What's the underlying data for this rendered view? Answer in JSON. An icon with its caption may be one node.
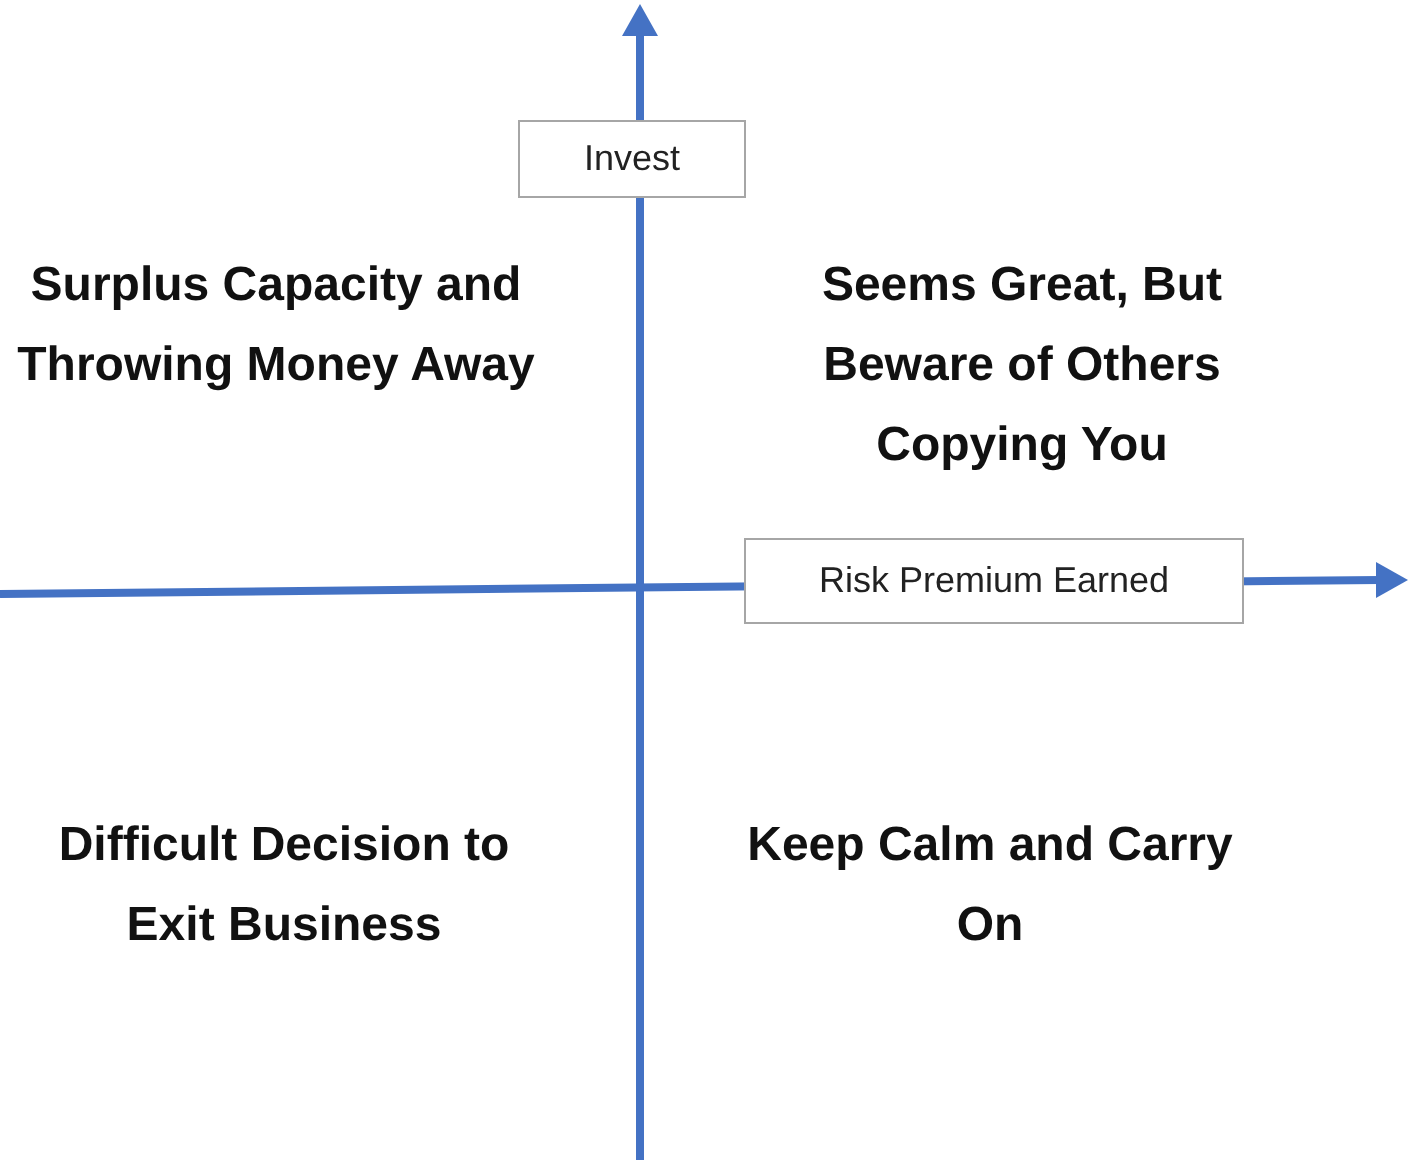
{
  "diagram": {
    "nodes": [
      {
        "text": [
          "Invest"
        ]
      },
      {
        "text": [
          "Risk Premium Earned"
        ]
      }
    ],
    "labels": [
      "Surplus Capacity and Throwing Money Away",
      "Seems Great, But Beware of Others Copying You",
      "Difficult Decision to Exit Business",
      "Keep Calm and Carry On"
    ]
  }
}
